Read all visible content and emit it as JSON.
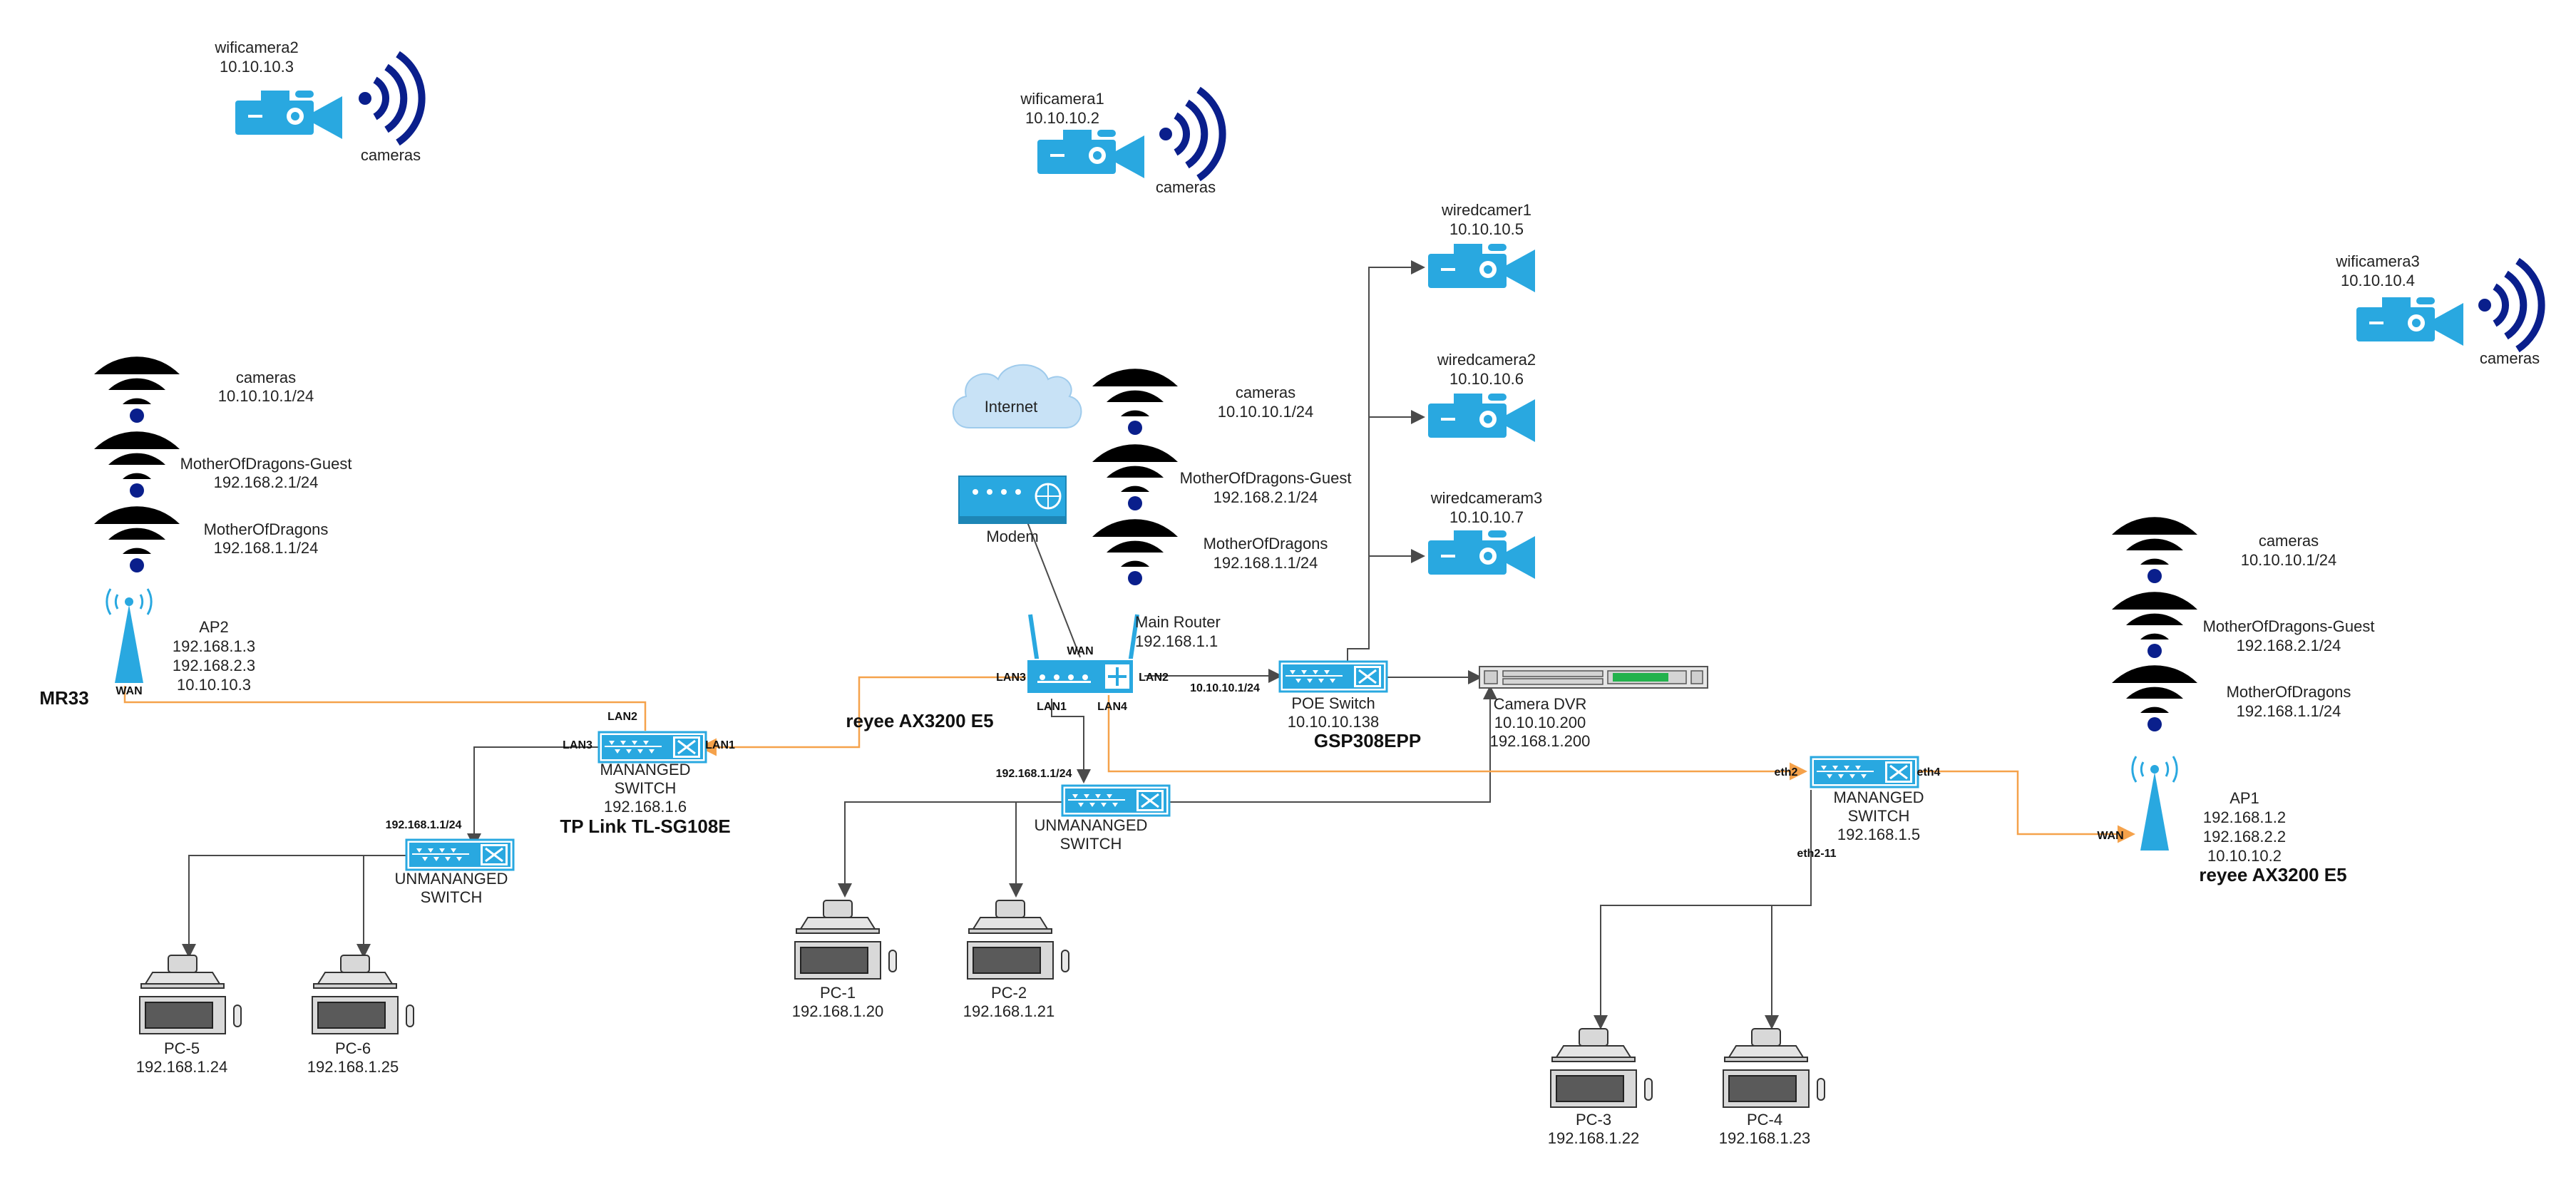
{
  "colors": {
    "device_blue": "#29a8e0",
    "wifi_dark_blue": "#0a1f8c",
    "link_gray": "#4a4a4a",
    "link_orange": "#f5a24b",
    "dvr_green": "#22b24c"
  },
  "cameras_wifi": [
    {
      "name": "wificamera2",
      "ip": "10.10.10.3",
      "caption": "cameras"
    },
    {
      "name": "wificamera1",
      "ip": "10.10.10.2",
      "caption": "cameras"
    },
    {
      "name": "wificamera3",
      "ip": "10.10.10.4",
      "caption": "cameras"
    }
  ],
  "cameras_wired": [
    {
      "name": "wiredcamer1",
      "ip": "10.10.10.5"
    },
    {
      "name": "wiredcamera2",
      "ip": "10.10.10.6"
    },
    {
      "name": "wiredcameram3",
      "ip": "10.10.10.7"
    }
  ],
  "ssids_left": [
    {
      "name": "cameras",
      "subnet": "10.10.10.1/24"
    },
    {
      "name": "MotherOfDragons-Guest",
      "subnet": "192.168.2.1/24"
    },
    {
      "name": "MotherOfDragons",
      "subnet": "192.168.1.1/24"
    }
  ],
  "ssids_center": [
    {
      "name": "cameras",
      "subnet": "10.10.10.1/24"
    },
    {
      "name": "MotherOfDragons-Guest",
      "subnet": "192.168.2.1/24"
    },
    {
      "name": "MotherOfDragons",
      "subnet": "192.168.1.1/24"
    }
  ],
  "ssids_right": [
    {
      "name": "cameras",
      "subnet": "10.10.10.1/24"
    },
    {
      "name": "MotherOfDragons-Guest",
      "subnet": "192.168.2.1/24"
    },
    {
      "name": "MotherOfDragons",
      "subnet": "192.168.1.1/24"
    }
  ],
  "internet": {
    "label": "Internet"
  },
  "modem": {
    "label": "Modem"
  },
  "router": {
    "name": "Main Router",
    "ip": "192.168.1.1",
    "model": "reyee AX3200 E5",
    "ports": {
      "wan": "WAN",
      "lan1": "LAN1",
      "lan2": "LAN2",
      "lan3": "LAN3",
      "lan4": "LAN4"
    }
  },
  "ap2": {
    "name": "AP2",
    "ips": [
      "192.168.1.3",
      "192.168.2.3",
      "10.10.10.3"
    ],
    "model": "MR33",
    "port": "WAN"
  },
  "ap1": {
    "name": "AP1",
    "ips": [
      "192.168.1.2",
      "192.168.2.2",
      "10.10.10.2"
    ],
    "model": "reyee AX3200 E5",
    "port": "WAN"
  },
  "poe_switch": {
    "name": "POE Switch",
    "ip": "10.10.10.138",
    "model": "GSP308EPP",
    "link_label": "10.10.10.1/24"
  },
  "dvr": {
    "name": "Camera DVR",
    "ips": [
      "10.10.10.200",
      "192.168.1.200"
    ]
  },
  "managed_switch_left": {
    "lines": [
      "MANANGED",
      "SWITCH",
      "192.168.1.6"
    ],
    "model": "TP Link TL-SG108E",
    "ports": {
      "lan1": "LAN1",
      "lan2": "LAN2",
      "lan3": "LAN3"
    }
  },
  "unmanaged_switch_left": {
    "lines": [
      "UNMANANGED",
      "SWITCH"
    ],
    "link_label": "192.168.1.1/24"
  },
  "unmanaged_switch_center": {
    "lines": [
      "UNMANANGED",
      "SWITCH"
    ],
    "link_label": "192.168.1.1/24"
  },
  "managed_switch_right": {
    "lines": [
      "MANANGED",
      "SWITCH",
      "192.168.1.5"
    ],
    "ports": {
      "eth2": "eth2",
      "eth4": "eth4",
      "eth2_11": "eth2-11"
    }
  },
  "pcs": [
    {
      "name": "PC-5",
      "ip": "192.168.1.24"
    },
    {
      "name": "PC-6",
      "ip": "192.168.1.25"
    },
    {
      "name": "PC-1",
      "ip": "192.168.1.20"
    },
    {
      "name": "PC-2",
      "ip": "192.168.1.21"
    },
    {
      "name": "PC-3",
      "ip": "192.168.1.22"
    },
    {
      "name": "PC-4",
      "ip": "192.168.1.23"
    }
  ]
}
